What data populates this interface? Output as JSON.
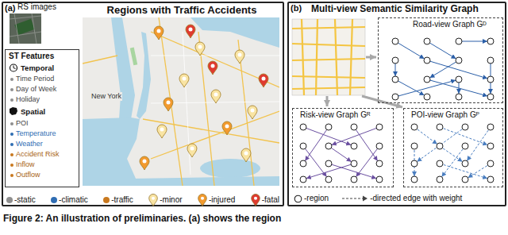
{
  "diagram": {
    "caption": "Figure 2: An illustration of preliminaries. (a) shows the region",
    "nodes": [
      {
        "text": [
          "(a)"
        ]
      },
      {
        "text": [
          "RS images"
        ],
        "in": 0
      },
      {
        "text": [
          "Regions with Traffic Accidents"
        ],
        "in": 0
      },
      {
        "text": [
          "ST Features",
          "Temporal",
          "Time Period",
          "Day of Week",
          "Holiday",
          "Spatial",
          "POI",
          "Temperature",
          "Weather",
          "Accident Risk",
          "Inflow",
          "Outflow"
        ],
        "in": 0
      },
      {
        "text": [
          "(b)",
          "Multi-view Semantic Similarity Graph"
        ]
      },
      {
        "text": [
          "Road-view Graph Gᴰ"
        ],
        "in": 4
      },
      {
        "text": [
          "Risk-view Graph Gᴿ"
        ],
        "in": 4
      },
      {
        "text": [
          "POI-view Graph Gᴾ"
        ],
        "in": 4
      }
    ],
    "labels": [
      "New York"
    ],
    "legend": [
      {
        "text": "-static",
        "color": "#8e8e8e"
      },
      {
        "text": "-climatic",
        "color": "#2f6db3"
      },
      {
        "text": "-traffic",
        "color": "#c9791f"
      },
      {
        "text": "-minor",
        "color": "#f9e4a3"
      },
      {
        "text": "-injured",
        "color": "#f29a2e"
      },
      {
        "text": "-fatal",
        "color": "#df3a2f"
      },
      {
        "text": "-region"
      },
      {
        "text": "-directed edge with weight"
      }
    ]
  }
}
